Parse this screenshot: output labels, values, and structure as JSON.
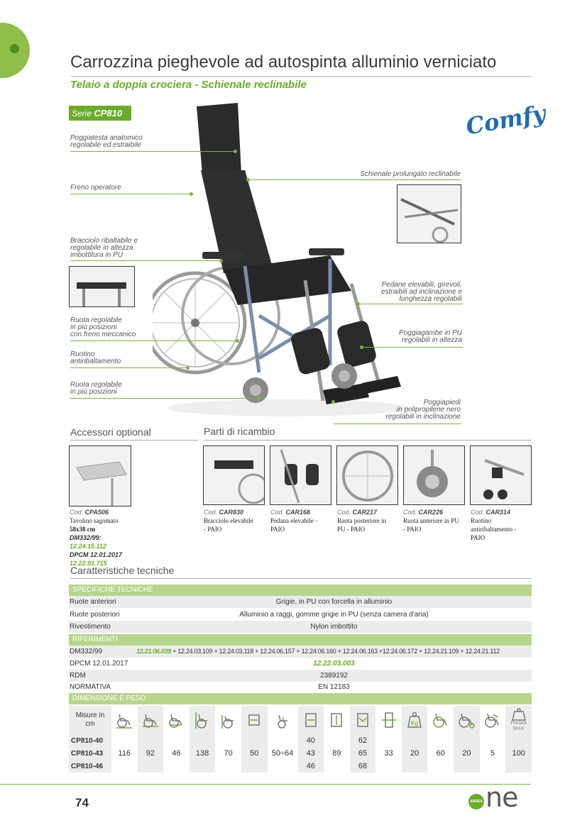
{
  "header": {
    "title": "Carrozzina pieghevole ad autospinta alluminio verniciato",
    "subtitle": "Telaio a doppia crociera - Schienale reclinabile",
    "serie_prefix": "Serie",
    "serie_code": "CP810",
    "brand": "Comfy"
  },
  "callouts": {
    "left": [
      "Poggiatesta anatomico\nregolabile ed estraibile",
      "Freno operatore",
      "Bracciolo ribaltabile e\nregolabile in altezza\nimbottitura in PU",
      "Ruota regolabile\nin più posizioni\ncon freno meccanico",
      "Ruotino\nantiribaltamento",
      "Ruota regolabile\nin più posizioni"
    ],
    "right": [
      "Schienale prolungato reclinabile",
      "Pedane elevabili, girevoli,\nestraibili ad inclinazione e\nlunghezza regolabili",
      "Poggiagambe in PU\nregolabili in altezza",
      "Poggiapiedi\nin polipropilene nero\nregolabili in inclinazione"
    ]
  },
  "accessories": {
    "heading": "Accessori optional",
    "item": {
      "cod_label": "Cod.",
      "code": "CPA506",
      "name": "Tavolino sagomato",
      "size": "58x38 cm",
      "dm_label": "DM332/99:",
      "dm_code": "12.24.15.112",
      "dpcm_label": "DPCM 12.01.2017",
      "dpcm_code": "12.22.91.715"
    }
  },
  "spare_parts": {
    "heading": "Parti di ricambio",
    "items": [
      {
        "cod_label": "Cod.",
        "code": "CAR830",
        "desc": "Bracciolo elevabile\n- PAIO"
      },
      {
        "cod_label": "Cod.",
        "code": "CAR168",
        "desc": "Pedana elevabile -\nPAIO"
      },
      {
        "cod_label": "Cod.",
        "code": "CAR217",
        "desc": "Ruota posteriore in\nPU - PAIO"
      },
      {
        "cod_label": "Cod.",
        "code": "CAR226",
        "desc": "Ruota anteriore in PU\n- PAIO"
      },
      {
        "cod_label": "Cod.",
        "code": "CAR314",
        "desc": "Ruotino\nantiribaltamento -\nPAIO"
      }
    ]
  },
  "tech": {
    "heading": "Caratteristiche tecniche",
    "spec_bar": "SPECIFICHE TECNICHE",
    "specs": [
      {
        "k": "Ruote anteriori",
        "v": "Grigie, in PU con forcella in alluminio"
      },
      {
        "k": "Ruote posteriori",
        "v": "Alluminio a raggi, gomme grigie in PU (senza camera d'aria)"
      },
      {
        "k": "Rivestimento",
        "v": "Nylon imbottito"
      }
    ],
    "ref_bar": "RIFERIMENTI",
    "refs": {
      "dm_label": "DM332/99",
      "dm_main": "12.21.06.039",
      "dm_rest": " + 12.24.03.109 + 12.24.03.118 + 12.24.06.157 + 12.24.06.160 + 12.24.06.163 +12.24.06.172 + 12.24.21.109 + 12.24.21.112",
      "dpcm_label": "DPCM 12.01.2017",
      "dpcm_value": "12.22.03.003",
      "rdm_label": "RDM",
      "rdm_value": "2389192",
      "norm_label": "NORMATIVA",
      "norm_value": "EN 12183"
    },
    "dim_bar": "DIMENSIONE E PESO",
    "dim": {
      "measure_label": "Misure in\ncm",
      "portata_label": "Portata\nMAX",
      "models": [
        "CP810-40",
        "CP810-43",
        "CP810-46"
      ],
      "values": [
        "116",
        "92",
        "46",
        "138",
        "70",
        "50",
        "50÷64",
        "43",
        "89",
        "65",
        "33",
        "20",
        "60",
        "20",
        "5",
        "100"
      ],
      "seat_depth": [
        "40",
        "43",
        "46"
      ],
      "seat_width": [
        "62",
        "65",
        "68"
      ]
    }
  },
  "footer": {
    "page_number": "74",
    "logo_small": "ARDEA",
    "logo_large": "ne"
  }
}
